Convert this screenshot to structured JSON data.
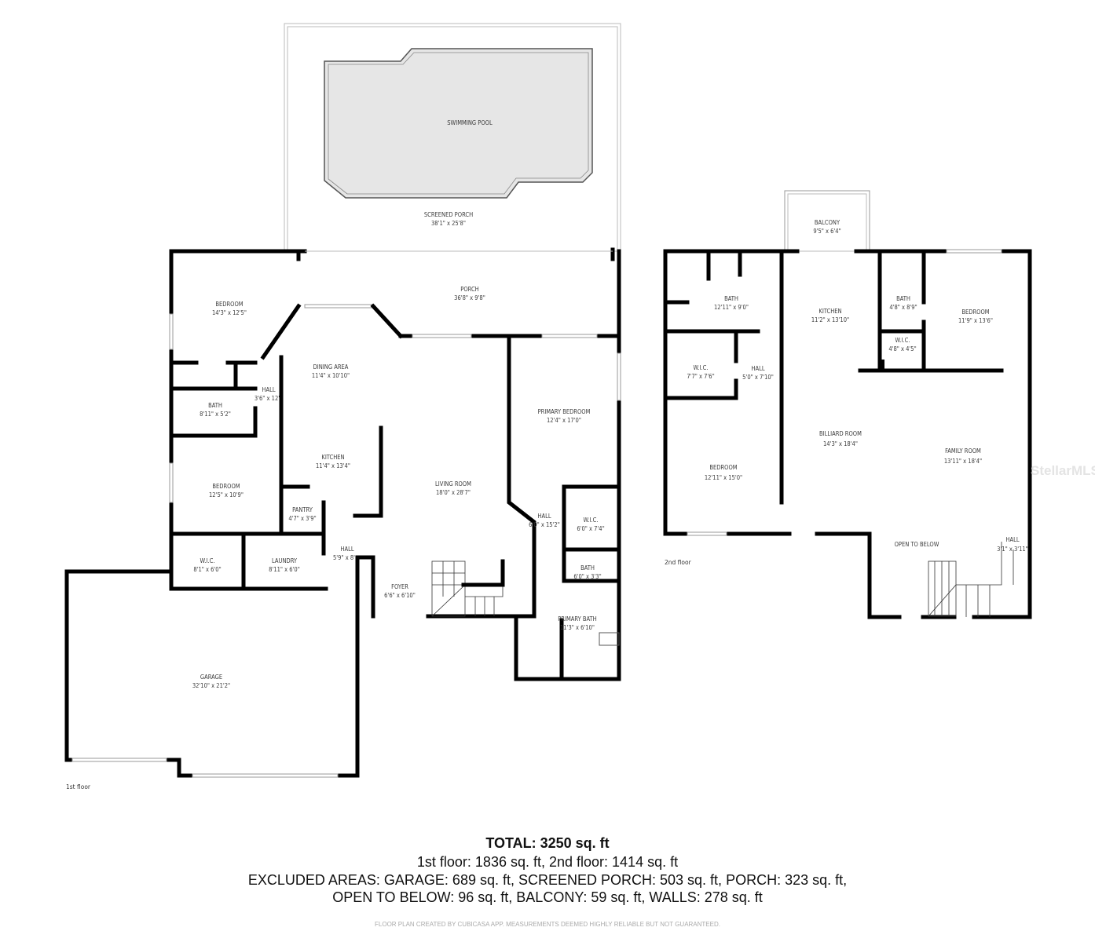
{
  "floor1": {
    "label": "1st floor",
    "rooms": [
      {
        "name": "SWIMMING POOL",
        "dims": ""
      },
      {
        "name": "SCREENED PORCH",
        "dims": "38'1\" x 25'8\""
      },
      {
        "name": "PORCH",
        "dims": "36'8\" x 9'8\""
      },
      {
        "name": "BEDROOM",
        "dims": "14'3\" x 12'5\""
      },
      {
        "name": "DINING AREA",
        "dims": "11'4\" x 10'10\""
      },
      {
        "name": "HALL",
        "dims": "3'6\" x 12'"
      },
      {
        "name": "BATH",
        "dims": "8'11\" x 5'2\""
      },
      {
        "name": "KITCHEN",
        "dims": "11'4\" x 13'4\""
      },
      {
        "name": "BEDROOM",
        "dims": "12'5\" x 10'9\""
      },
      {
        "name": "PANTRY",
        "dims": "4'7\" x 3'9\""
      },
      {
        "name": "LIVING ROOM",
        "dims": "18'0\" x 28'7\""
      },
      {
        "name": "PRIMARY BEDROOM",
        "dims": "12'4\" x 17'0\""
      },
      {
        "name": "HALL",
        "dims": "6'0\" x 15'2\""
      },
      {
        "name": "W.I.C.",
        "dims": "6'0\" x 7'4\""
      },
      {
        "name": "HALL",
        "dims": "5'9\" x 8'"
      },
      {
        "name": "W.I.C.",
        "dims": "8'1\" x 6'0\""
      },
      {
        "name": "LAUNDRY",
        "dims": "8'11\" x 6'0\""
      },
      {
        "name": "BATH",
        "dims": "6'0\" x 3'3\""
      },
      {
        "name": "FOYER",
        "dims": "6'6\" x 6'10\""
      },
      {
        "name": "PRIMARY BATH",
        "dims": "11'3\" x 6'10\""
      },
      {
        "name": "GARAGE",
        "dims": "32'10\" x 21'2\""
      }
    ]
  },
  "floor2": {
    "label": "2nd floor",
    "rooms": [
      {
        "name": "BALCONY",
        "dims": "9'5\" x 6'4\""
      },
      {
        "name": "BATH",
        "dims": "12'11\" x 9'0\""
      },
      {
        "name": "KITCHEN",
        "dims": "11'2\" x 13'10\""
      },
      {
        "name": "BATH",
        "dims": "4'8\" x 8'9\""
      },
      {
        "name": "BEDROOM",
        "dims": "11'9\" x 13'6\""
      },
      {
        "name": "W.I.C.",
        "dims": "4'8\" x 4'5\""
      },
      {
        "name": "W.I.C.",
        "dims": "7'7\" x 7'6\""
      },
      {
        "name": "HALL",
        "dims": "5'0\" x 7'10\""
      },
      {
        "name": "BILLIARD ROOM",
        "dims": "14'3\" x 18'4\""
      },
      {
        "name": "FAMILY ROOM",
        "dims": "13'11\" x 18'4\""
      },
      {
        "name": "BEDROOM",
        "dims": "12'11\" x 15'0\""
      },
      {
        "name": "OPEN TO BELOW",
        "dims": ""
      },
      {
        "name": "HALL",
        "dims": "3'1\" x 3'11\""
      }
    ]
  },
  "summary": {
    "total": "TOTAL: 3250 sq. ft",
    "floors": "1st floor: 1836 sq. ft, 2nd floor: 1414 sq. ft",
    "excluded_line1": "EXCLUDED AREAS: GARAGE: 689 sq. ft, SCREENED PORCH: 503 sq. ft, PORCH: 323 sq. ft,",
    "excluded_line2": "OPEN TO BELOW: 96 sq. ft, BALCONY: 59 sq. ft, WALLS: 278 sq. ft",
    "credit": "FLOOR PLAN CREATED BY CUBICASA APP. MEASUREMENTS DEEMED HIGHLY RELIABLE BUT NOT GUARANTEED."
  },
  "watermark": "StellarMLS",
  "colors": {
    "wall": "#000000",
    "pool": "#e6e6e6",
    "text": "#333333"
  }
}
